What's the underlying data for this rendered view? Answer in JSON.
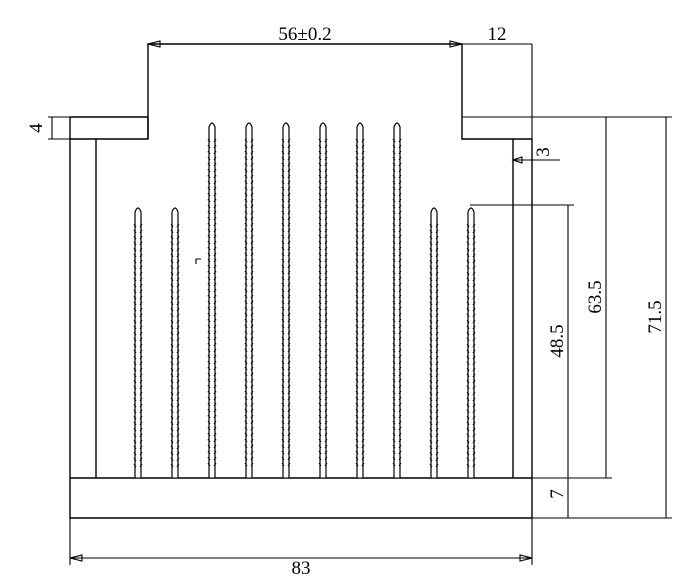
{
  "dimensions": {
    "top_slot_width": "56±0.2",
    "right_shoulder_width": "12",
    "left_tab_height": "4",
    "right_step": "3",
    "tall_fin_height": "63.5",
    "overall_height": "71.5",
    "short_fin_height": "48.5",
    "base_thickness": "7",
    "overall_width": "83"
  },
  "fins": [
    {
      "height": "short"
    },
    {
      "height": "short"
    },
    {
      "height": "tall"
    },
    {
      "height": "tall"
    },
    {
      "height": "tall"
    },
    {
      "height": "tall"
    },
    {
      "height": "tall"
    },
    {
      "height": "tall"
    },
    {
      "height": "short"
    },
    {
      "height": "short"
    }
  ],
  "colors": {
    "line": "#000000",
    "background": "#ffffff"
  }
}
